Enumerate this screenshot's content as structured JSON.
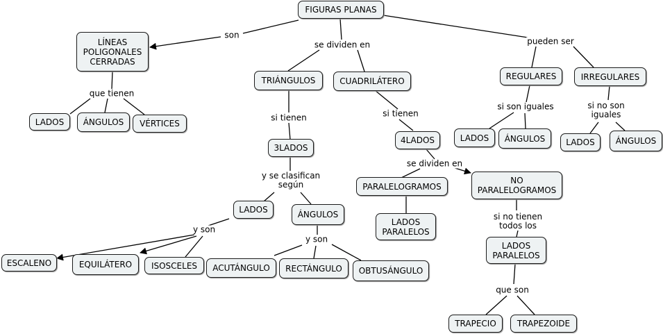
{
  "colors": {
    "node_fill": "#eef2f3",
    "node_border": "#1a1a1a",
    "line": "#000000"
  },
  "nodes": {
    "figuras_planas": "FIGURAS PLANAS",
    "lineas_poligonales": "LÍNEAS POLIGONALES CERRADAS",
    "lados_lp": "LADOS",
    "angulos_lp": "ÁNGULOS",
    "vertices": "VÉRTICES",
    "triangulos": "TRIÁNGULOS",
    "cuadrilatero": "CUADRILÁTERO",
    "tres_lados": "3LADOS",
    "cuatro_lados": "4LADOS",
    "lados_t": "LADOS",
    "angulos_t": "ÁNGULOS",
    "escaleno": "ESCALENO",
    "equilatero": "EQUILÁTERO",
    "isosceles": "ISOSCELES",
    "acutangulo": "ACUTÁNGULO",
    "rectangulo": "RECTÁNGULO",
    "obtusangulo": "OBTUSÁNGULO",
    "paralelogramos": "PARALELOGRAMOS",
    "lados_paralelos_1": "LADOS PARALELOS",
    "no_paralelogramos": "NO PARALELOGRAMOS",
    "lados_paralelos_2": "LADOS PARALELOS",
    "trapecio": "TRAPECIO",
    "trapezoide": "TRAPEZOIDE",
    "regulares": "REGULARES",
    "irregulares": "IRREGULARES",
    "lados_reg": "LADOS",
    "angulos_reg": "ÁNGULOS",
    "lados_irr": "LADOS",
    "angulos_irr": "ÁNGULOS"
  },
  "link_labels": {
    "son": "son",
    "se_dividen_en": "se dividen en",
    "pueden_ser": "pueden ser",
    "que_tienen": "que tienen",
    "si_tienen_1": "si tienen",
    "si_tienen_2": "si tienen",
    "y_se_clasifican": "y se clasifican según",
    "se_dividen_en_2": "se dividen en",
    "y_son_1": "y son",
    "y_son_2": "y son",
    "si_no_tienen": "si no tienen todos los",
    "que_son": "que son",
    "si_son_iguales": "si son iguales",
    "si_no_son_iguales": "si no son iguales"
  }
}
